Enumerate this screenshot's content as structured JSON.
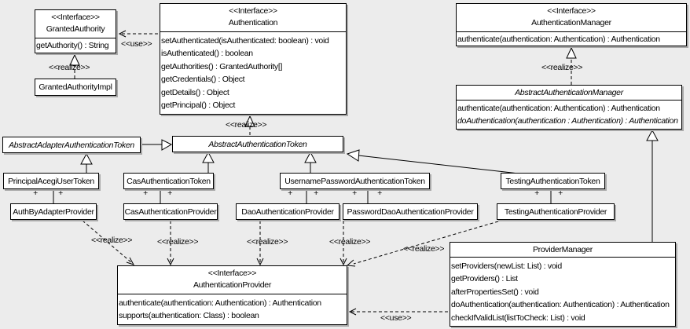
{
  "edge_labels": {
    "use": "<<use>>",
    "realize": "<<realize>>",
    "plus": "+"
  },
  "classes": {
    "granted_authority": {
      "stereotype": "<<Interface>>",
      "name": "GrantedAuthority",
      "methods": [
        "getAuthority() : String"
      ]
    },
    "granted_authority_impl": {
      "name": "GrantedAuthorityImpl"
    },
    "authentication": {
      "stereotype": "<<Interface>>",
      "name": "Authentication",
      "methods": [
        "setAuthenticated(isAuthenticated: boolean) : void",
        "isAuthenticated() : boolean",
        "getAuthorities() : GrantedAuthority[]",
        "getCredentials() : Object",
        "getDetails() : Object",
        "getPrincipal() : Object"
      ]
    },
    "authentication_manager": {
      "stereotype": "<<Interface>>",
      "name": "AuthenticationManager",
      "methods": [
        "authenticate(authentication: Authentication) : Authentication"
      ]
    },
    "abstract_authentication_manager": {
      "name": "AbstractAuthenticationManager",
      "methods": [
        "authenticate(authentication: Authentication) : Authentication",
        "doAuthentication(authentication : Authentication) : Authentication"
      ]
    },
    "abstract_adapter_authentication_token": {
      "name": "AbstractAdapterAuthenticationToken"
    },
    "abstract_authentication_token": {
      "name": "AbstractAuthenticationToken"
    },
    "principal_acegi_user_token": {
      "name": "PrincipalAcegiUserToken"
    },
    "cas_authentication_token": {
      "name": "CasAuthenticationToken"
    },
    "username_password_authentication_token": {
      "name": "UsernamePasswordAuthenticationToken"
    },
    "testing_authentication_token": {
      "name": "TestingAuthenticationToken"
    },
    "auth_by_adapter_provider": {
      "name": "AuthByAdapterProvider"
    },
    "cas_authentication_provider": {
      "name": "CasAuthenticationProvider"
    },
    "dao_authentication_provider": {
      "name": "DaoAuthenticationProvider"
    },
    "password_dao_authentication_provider": {
      "name": "PasswordDaoAuthenticationProvider"
    },
    "testing_authentication_provider": {
      "name": "TestingAuthenticationProvider"
    },
    "authentication_provider": {
      "stereotype": "<<Interface>>",
      "name": "AuthenticationProvider",
      "methods": [
        "authenticate(authentication: Authentication) : Authentication",
        "supports(authentication: Class) : boolean"
      ]
    },
    "provider_manager": {
      "name": "ProviderManager",
      "methods": [
        "setProviders(newList: List) : void",
        "getProviders() : List",
        "afterPropertiesSet() : void",
        "doAuthentication(authentication: Authentication) : Authentication",
        "checkIfValidList(listToCheck: List) : void"
      ]
    }
  },
  "relations": [
    {
      "from": "Authentication",
      "to": "GrantedAuthority",
      "type": "use"
    },
    {
      "from": "GrantedAuthorityImpl",
      "to": "GrantedAuthority",
      "type": "realize"
    },
    {
      "from": "AbstractAuthenticationToken",
      "to": "Authentication",
      "type": "realize"
    },
    {
      "from": "AbstractAuthenticationManager",
      "to": "AuthenticationManager",
      "type": "realize"
    },
    {
      "from": "AbstractAdapterAuthenticationToken",
      "to": "AbstractAuthenticationToken",
      "type": "generalization"
    },
    {
      "from": "PrincipalAcegiUserToken",
      "to": "AbstractAdapterAuthenticationToken",
      "type": "generalization"
    },
    {
      "from": "CasAuthenticationToken",
      "to": "AbstractAuthenticationToken",
      "type": "generalization"
    },
    {
      "from": "UsernamePasswordAuthenticationToken",
      "to": "AbstractAuthenticationToken",
      "type": "generalization"
    },
    {
      "from": "TestingAuthenticationToken",
      "to": "AbstractAuthenticationToken",
      "type": "generalization"
    },
    {
      "from": "ProviderManager",
      "to": "AbstractAuthenticationManager",
      "type": "generalization"
    },
    {
      "from": "PrincipalAcegiUserToken",
      "to": "AuthByAdapterProvider",
      "type": "association",
      "roles": [
        "+",
        "+"
      ]
    },
    {
      "from": "CasAuthenticationToken",
      "to": "CasAuthenticationProvider",
      "type": "association",
      "roles": [
        "+",
        "+"
      ]
    },
    {
      "from": "UsernamePasswordAuthenticationToken",
      "to": "DaoAuthenticationProvider",
      "type": "association",
      "roles": [
        "+",
        "+"
      ]
    },
    {
      "from": "UsernamePasswordAuthenticationToken",
      "to": "PasswordDaoAuthenticationProvider",
      "type": "association",
      "roles": [
        "+",
        "+"
      ]
    },
    {
      "from": "TestingAuthenticationToken",
      "to": "TestingAuthenticationProvider",
      "type": "association",
      "roles": [
        "+",
        "+"
      ]
    },
    {
      "from": "AuthByAdapterProvider",
      "to": "AuthenticationProvider",
      "type": "realize"
    },
    {
      "from": "CasAuthenticationProvider",
      "to": "AuthenticationProvider",
      "type": "realize"
    },
    {
      "from": "DaoAuthenticationProvider",
      "to": "AuthenticationProvider",
      "type": "realize"
    },
    {
      "from": "PasswordDaoAuthenticationProvider",
      "to": "AuthenticationProvider",
      "type": "realize"
    },
    {
      "from": "TestingAuthenticationProvider",
      "to": "AuthenticationProvider",
      "type": "realize"
    },
    {
      "from": "ProviderManager",
      "to": "AuthenticationProvider",
      "type": "use"
    }
  ]
}
